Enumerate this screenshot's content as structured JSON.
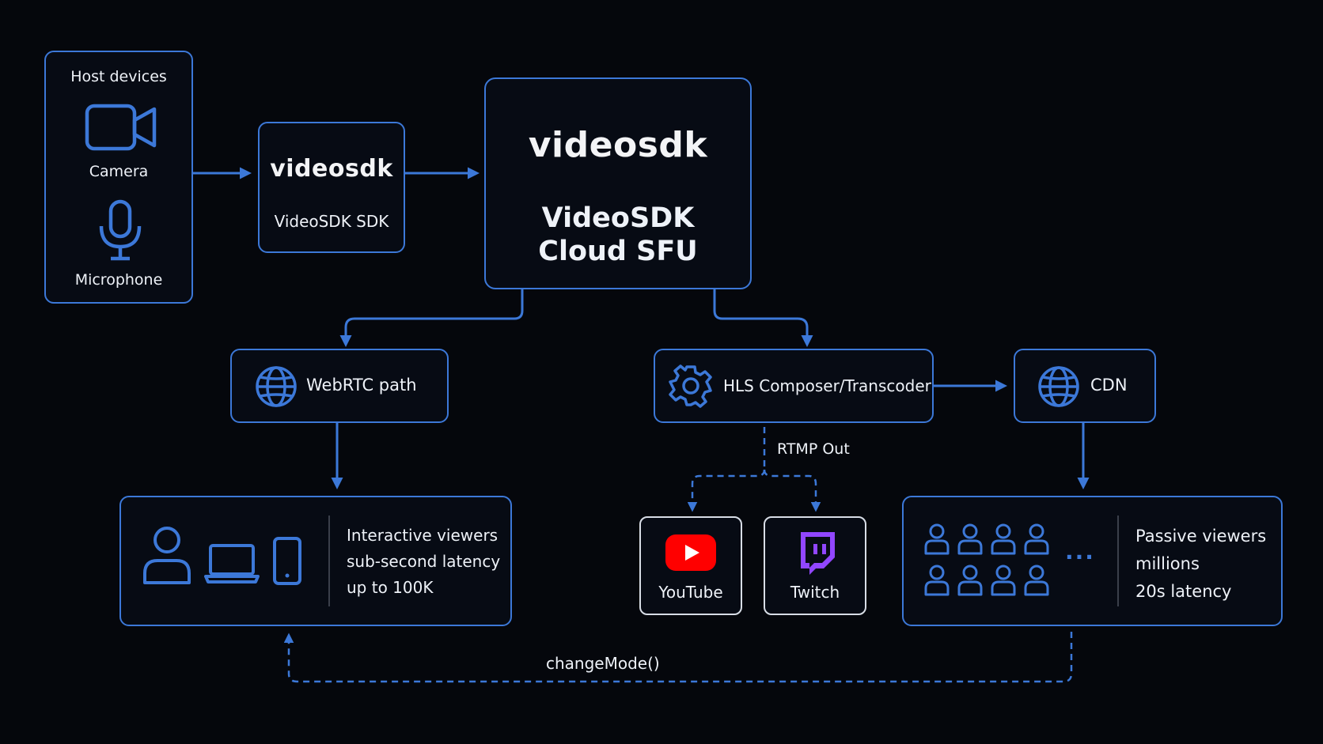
{
  "host": {
    "title": "Host devices",
    "camera_label": "Camera",
    "microphone_label": "Microphone"
  },
  "sdk": {
    "logo": "videosdk",
    "label": "VideoSDK SDK"
  },
  "sfu": {
    "logo": "videosdk",
    "title_line1": "VideoSDK",
    "title_line2": "Cloud SFU"
  },
  "webrtc": {
    "label": "WebRTC path"
  },
  "hls": {
    "label": "HLS Composer/Transcoder"
  },
  "cdn": {
    "label": "CDN"
  },
  "rtmp": {
    "label": "RTMP Out"
  },
  "youtube": {
    "label": "YouTube"
  },
  "twitch": {
    "label": "Twitch"
  },
  "interactive": {
    "line1": "Interactive viewers",
    "line2": "sub-second latency",
    "line3": "up to 100K"
  },
  "passive": {
    "line1": "Passive viewers",
    "line2": "millions",
    "line3": "20s latency",
    "ellipsis": "..."
  },
  "change_mode": {
    "label": "changeMode()"
  },
  "colors": {
    "accent": "#3c78d8",
    "background": "#05070c",
    "youtube_red": "#ff0000",
    "twitch_purple": "#9146ff"
  }
}
